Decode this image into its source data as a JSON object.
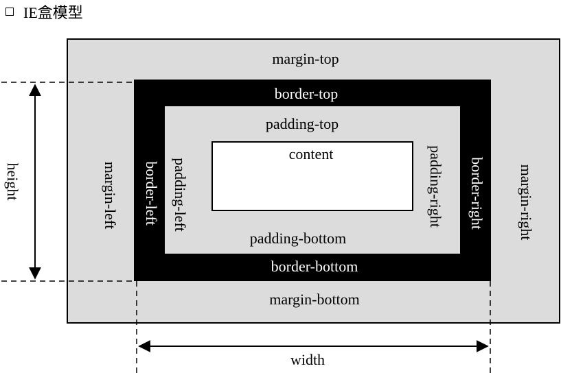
{
  "title": "IE盒模型",
  "labels": {
    "margin_top": "margin-top",
    "margin_bottom": "margin-bottom",
    "margin_left": "margin-left",
    "margin_right": "margin-right",
    "border_top": "border-top",
    "border_bottom": "border-bottom",
    "border_left": "border-left",
    "border_right": "border-right",
    "padding_top": "padding-top",
    "padding_bottom": "padding-bottom",
    "padding_left": "padding-left",
    "padding_right": "padding-right",
    "content": "content"
  },
  "dimensions": {
    "height": "height",
    "width": "width"
  },
  "colors": {
    "margin": "#dcdcdc",
    "border": "#000000",
    "padding": "#dcdcdc",
    "content": "#ffffff"
  }
}
